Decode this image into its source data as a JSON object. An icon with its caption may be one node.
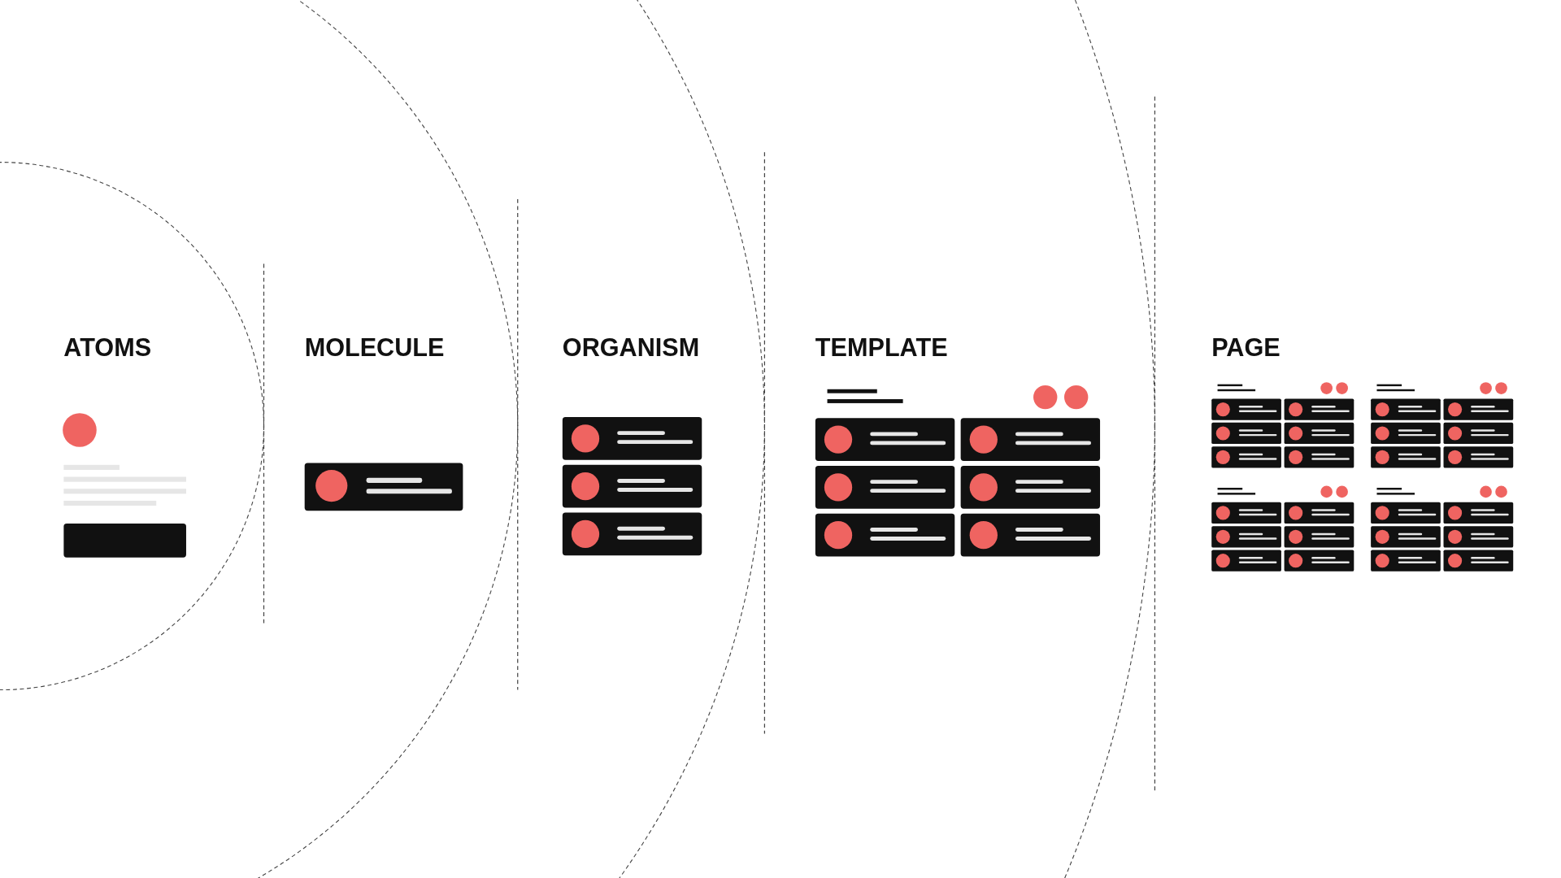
{
  "diagram": {
    "labels": [
      "ATOMS",
      "MOLECULE",
      "ORGANISM",
      "TEMPLATE",
      "PAGE"
    ]
  }
}
